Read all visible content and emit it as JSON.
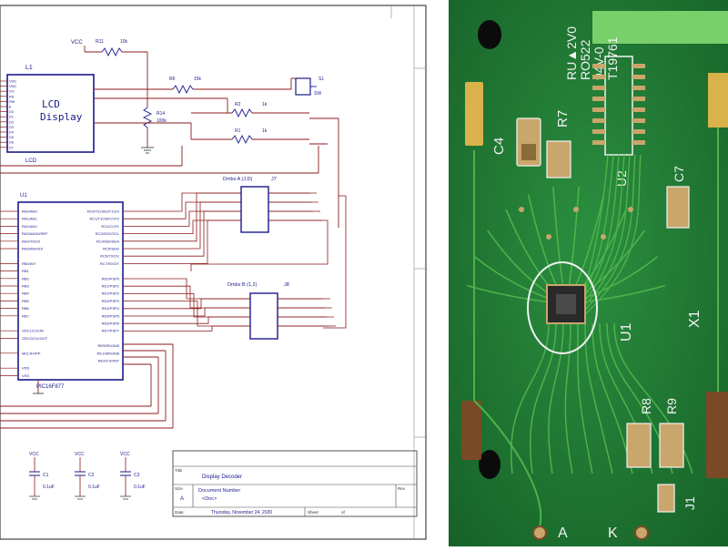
{
  "schematic": {
    "lcd": {
      "ref": "L1",
      "title_line1": "LCD",
      "title_line2": "Display",
      "footer": "LCD"
    },
    "mcu": {
      "ref": "U1",
      "part": "PIC16F877"
    },
    "ic_a": {
      "ref": "J7",
      "title": "Dmbs A (J,D)"
    },
    "ic_b": {
      "ref": "J8",
      "title": "Dmbs B (1,2)"
    },
    "resistors": [
      {
        "ref": "R11",
        "value": "10k"
      },
      {
        "ref": "R6",
        "value": "15k"
      },
      {
        "ref": "R2",
        "value": "1k"
      },
      {
        "ref": "R1",
        "value": "1k"
      },
      {
        "ref": "R14",
        "value": "100k"
      }
    ],
    "switch": {
      "ref": "S1",
      "value": "SW"
    },
    "vcc_label": "VCC",
    "capacitors": [
      {
        "ref": "C1",
        "value": "0.1uF"
      },
      {
        "ref": "C2",
        "value": "0.1uF"
      },
      {
        "ref": "C3",
        "value": "0.1uF"
      }
    ],
    "title_block": {
      "title_label": "Title",
      "title": "Display Decoder",
      "size_label": "Size",
      "size": "A",
      "doc_label": "Document Number",
      "doc": "<Doc>",
      "rev_label": "Rev",
      "date_label": "Date:",
      "date": "Thursday, November 24, 2020",
      "sheet_label": "Sheet",
      "of_label": "of"
    },
    "mcu_left_pins": [
      "RA0/AN0",
      "RA1/AN1",
      "RA2/AN2",
      "RA3/AN3/VREF",
      "RA4/T0CKI",
      "RA5/AN4/SS",
      "",
      "RB0/INT",
      "RB1",
      "RB2",
      "RB3",
      "RB4",
      "RB5",
      "RB6",
      "RB7",
      "",
      "OSC1/CLKIN",
      "OSC2/CLKOUT",
      "",
      "MCLR/VPP",
      "",
      "VDD",
      "VSS"
    ],
    "mcu_right_pins": [
      "RC0/T1OSO/T1CKI",
      "RC1/T1OSI/CCP2",
      "RC2/CCP1",
      "RC3/SCK/SCL",
      "RC4/SDI/SDA",
      "RC5/SDO",
      "RC6/TX/CK",
      "RC7/RX/DT",
      "",
      "RD0/PSP0",
      "RD1/PSP1",
      "RD2/PSP2",
      "RD3/PSP3",
      "RD4/PSP4",
      "RD5/PSP5",
      "RD6/PSP6",
      "RD7/PSP7",
      "",
      "RE0/RD/AN5",
      "RE1/WR/AN6",
      "RE2/CS/AN7"
    ],
    "lcd_pins": [
      "VSS",
      "VDD",
      "VO",
      "RS",
      "RW",
      "E",
      "D0",
      "D1",
      "D2",
      "D3",
      "D4",
      "D5",
      "D6",
      "D7"
    ]
  },
  "pcb": {
    "silk_text_lines": [
      "RU▲2V0",
      "RO522",
      "94V-0",
      "T19761"
    ],
    "labels": {
      "c4": "C4",
      "r7": "R7",
      "u2": "U2",
      "c7": "C7",
      "u1": "U1",
      "x1": "X1",
      "r8": "R8",
      "r9": "R9",
      "j1": "J1",
      "a": "A",
      "k": "K"
    }
  },
  "colors": {
    "wire": "#8b1a1a",
    "component": "#1a1a8b",
    "pcb_green": "#1f7a34",
    "trace": "#4db34a",
    "pad": "#c9a66b",
    "silk": "#f2f2f2",
    "gold": "#d9b24c"
  }
}
